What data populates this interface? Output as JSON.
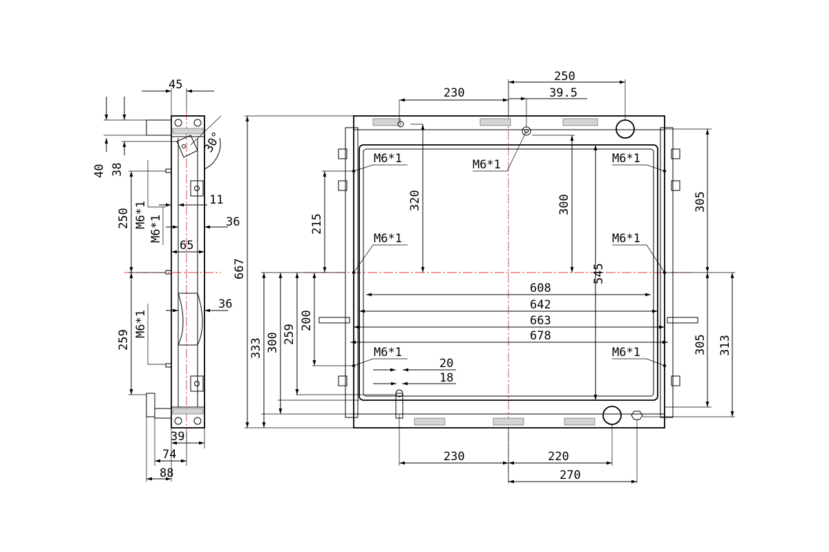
{
  "front_view": {
    "dims_top": {
      "d230": "230",
      "d250": "250",
      "d39_5": "39.5"
    },
    "dims_bottom": {
      "d230": "230",
      "d220": "220",
      "d270": "270"
    },
    "dims_horizontal": {
      "d608": "608",
      "d642": "642",
      "d663": "663",
      "d678": "678",
      "d20": "20",
      "d18": "18"
    },
    "dims_left": {
      "d667": "667",
      "d333": "333",
      "d300": "300",
      "d259": "259",
      "d200": "200",
      "d215": "215"
    },
    "dims_inner": {
      "d320": "320",
      "d300": "300",
      "d545": "545"
    },
    "dims_right": {
      "d305_top": "305",
      "d305_bottom": "305",
      "d313": "313"
    },
    "thread_labels": [
      "M6*1",
      "M6*1",
      "M6*1",
      "M6*1",
      "M6*1",
      "M6*1",
      "M6*1"
    ]
  },
  "side_view": {
    "dims": {
      "d45": "45",
      "d40": "40",
      "d38": "38",
      "d250": "250",
      "d259": "259",
      "d11": "11",
      "d36a": "36",
      "d65": "65",
      "d36b": "36",
      "d39": "39",
      "d74": "74",
      "d88": "88",
      "angle": "30°"
    },
    "thread_labels": [
      "M6*1",
      "M6*1",
      "M6*1"
    ]
  }
}
